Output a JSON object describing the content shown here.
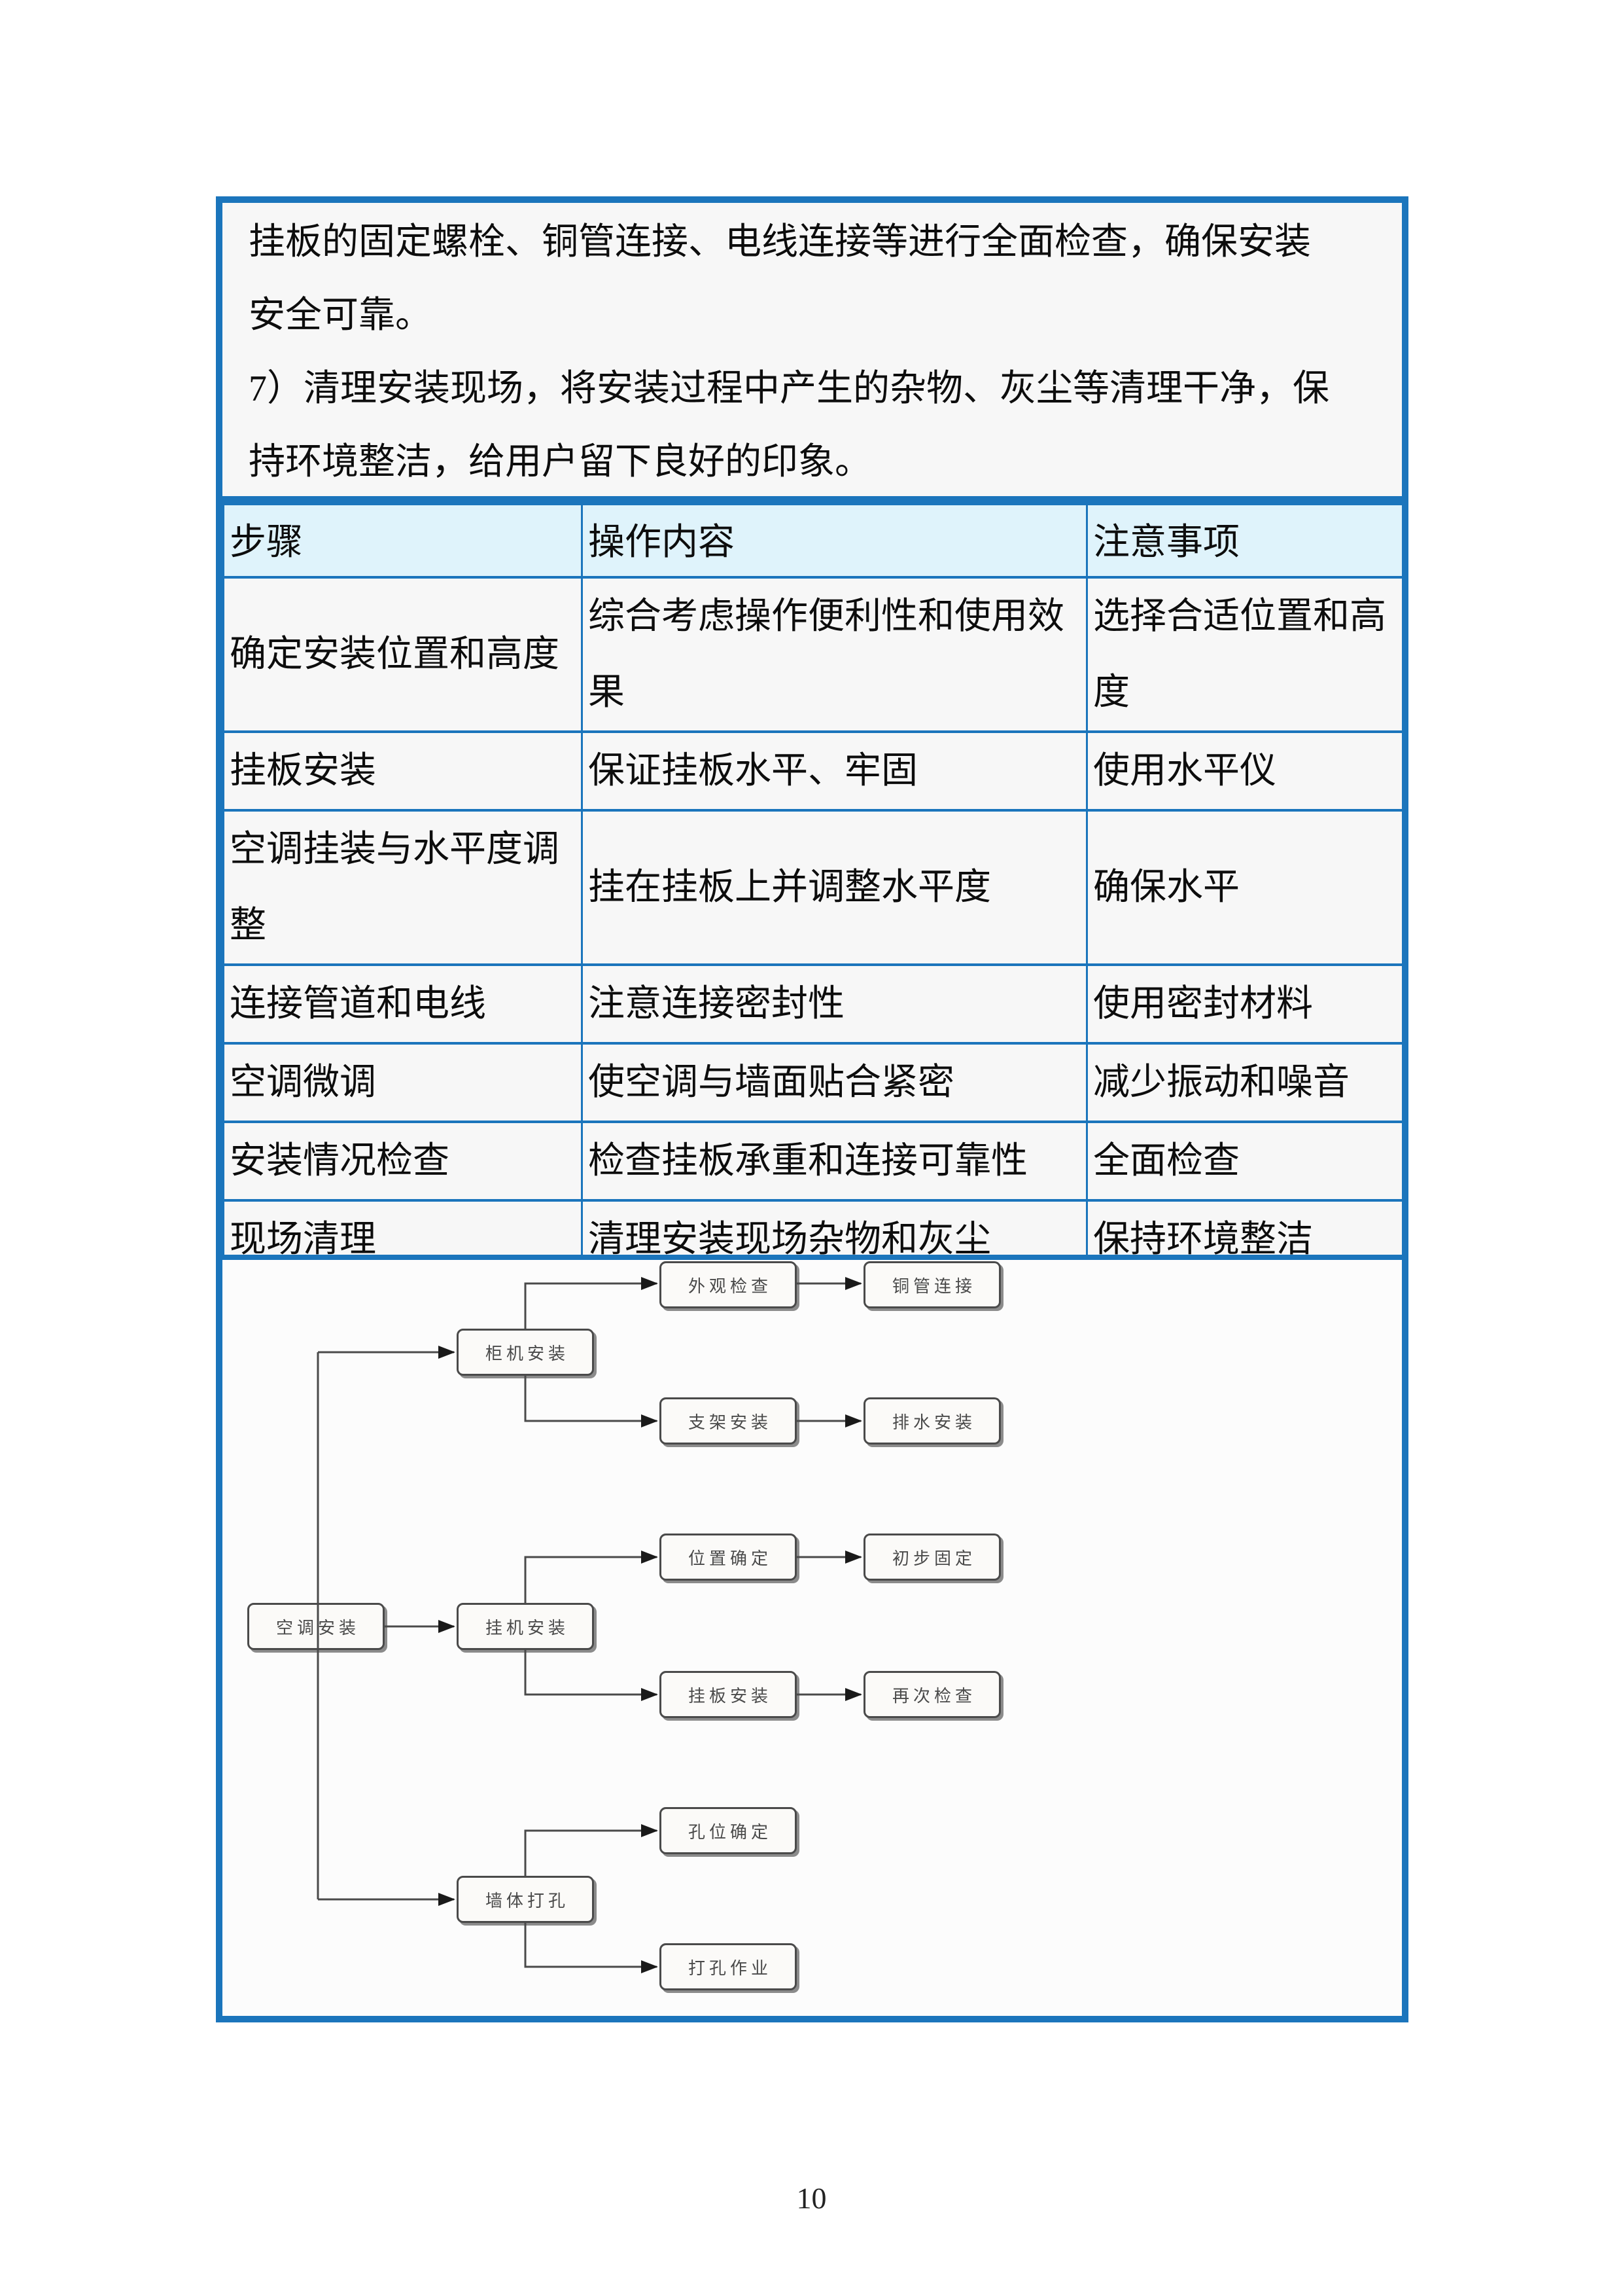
{
  "document": {
    "page_number": "10",
    "body_lines": [
      "挂板的固定螺栓、铜管连接、电线连接等进行全面检查，确保安装",
      "安全可靠。",
      "7）清理安装现场，将安装过程中产生的杂物、灰尘等清理干净，保",
      "持环境整洁，给用户留下良好的印象。"
    ]
  },
  "table": {
    "headers": [
      "步骤",
      "操作内容",
      "注意事项"
    ],
    "rows": [
      [
        "确定安装位置和高度",
        "综合考虑操作便利性和使用效果",
        "选择合适位置和高度"
      ],
      [
        "挂板安装",
        "保证挂板水平、牢固",
        "使用水平仪"
      ],
      [
        "空调挂装与水平度调整",
        "挂在挂板上并调整水平度",
        "确保水平"
      ],
      [
        "连接管道和电线",
        "注意连接密封性",
        "使用密封材料"
      ],
      [
        "空调微调",
        "使空调与墙面贴合紧密",
        "减少振动和噪音"
      ],
      [
        "安装情况检查",
        "检查挂板承重和连接可靠性",
        "全面检查"
      ],
      [
        "现场清理",
        "清理安装现场杂物和灰尘",
        "保持环境整洁"
      ]
    ]
  },
  "flowchart": {
    "nodes": {
      "ac_install": "空调安装",
      "cabinet_install": "柜机安装",
      "appearance_check": "外观检查",
      "copper_pipe_connect": "铜管连接",
      "bracket_install": "支架安装",
      "drain_install": "排水安装",
      "hanging_unit_install": "挂机安装",
      "position_confirm": "位置确定",
      "initial_fix": "初步固定",
      "mount_plate_install": "挂板安装",
      "recheck": "再次检查",
      "wall_drilling": "墙体打孔",
      "hole_position_confirm": "孔位确定",
      "drilling_work": "打孔作业"
    }
  },
  "colors": {
    "frame_border": "#1B75BC",
    "table_header_bg": "#DFF3FB",
    "panel_bg": "#F7F7F7",
    "node_border": "#4A4A4A"
  }
}
